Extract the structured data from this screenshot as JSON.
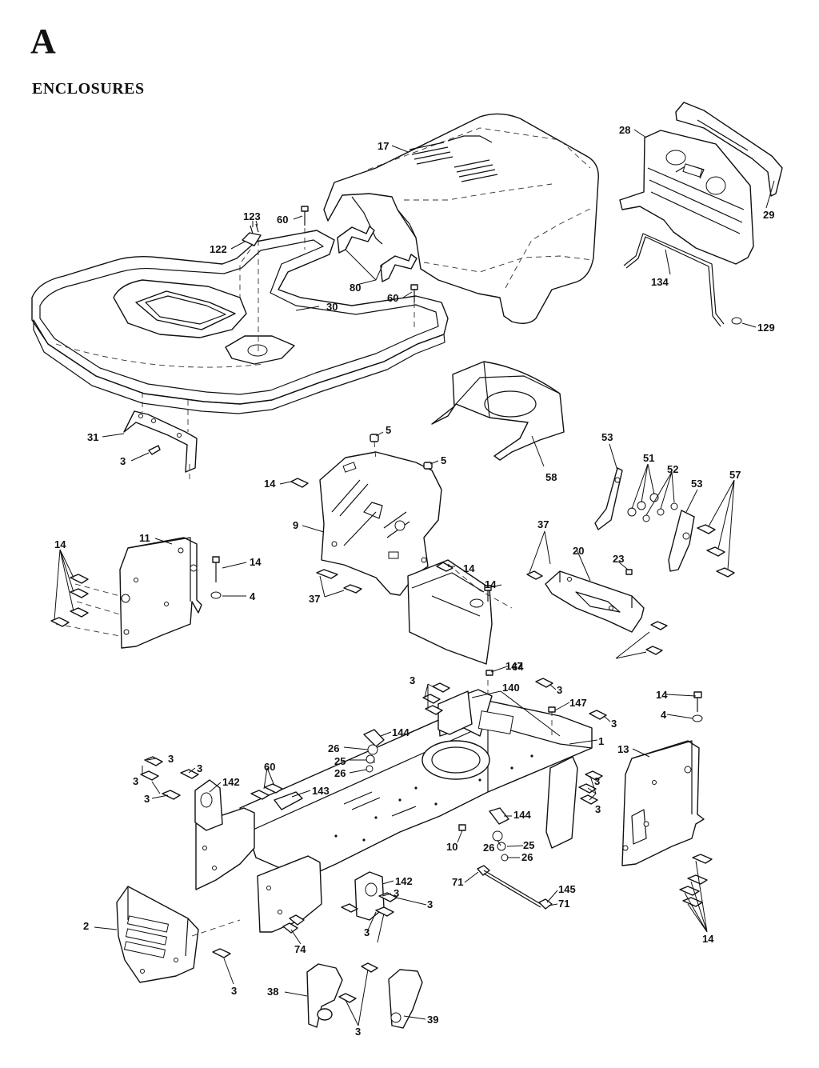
{
  "header": {
    "letter": "A",
    "title": "ENCLOSURES"
  },
  "callouts": [
    "17",
    "28",
    "29",
    "123",
    "60",
    "122",
    "80",
    "134",
    "60",
    "30",
    "129",
    "31",
    "3",
    "5",
    "5",
    "58",
    "53",
    "51",
    "52",
    "53",
    "57",
    "14",
    "9",
    "11",
    "14",
    "14",
    "14",
    "4",
    "37",
    "20",
    "23",
    "14",
    "37",
    "64",
    "147",
    "3",
    "140",
    "3",
    "147",
    "3",
    "14",
    "4",
    "144",
    "1",
    "26",
    "25",
    "26",
    "13",
    "3",
    "60",
    "142",
    "3",
    "143",
    "3",
    "3",
    "3",
    "3",
    "144",
    "10",
    "26",
    "25",
    "26",
    "71",
    "142",
    "3",
    "145",
    "71",
    "3",
    "3",
    "2",
    "74",
    "3",
    "14",
    "38",
    "3",
    "39"
  ]
}
